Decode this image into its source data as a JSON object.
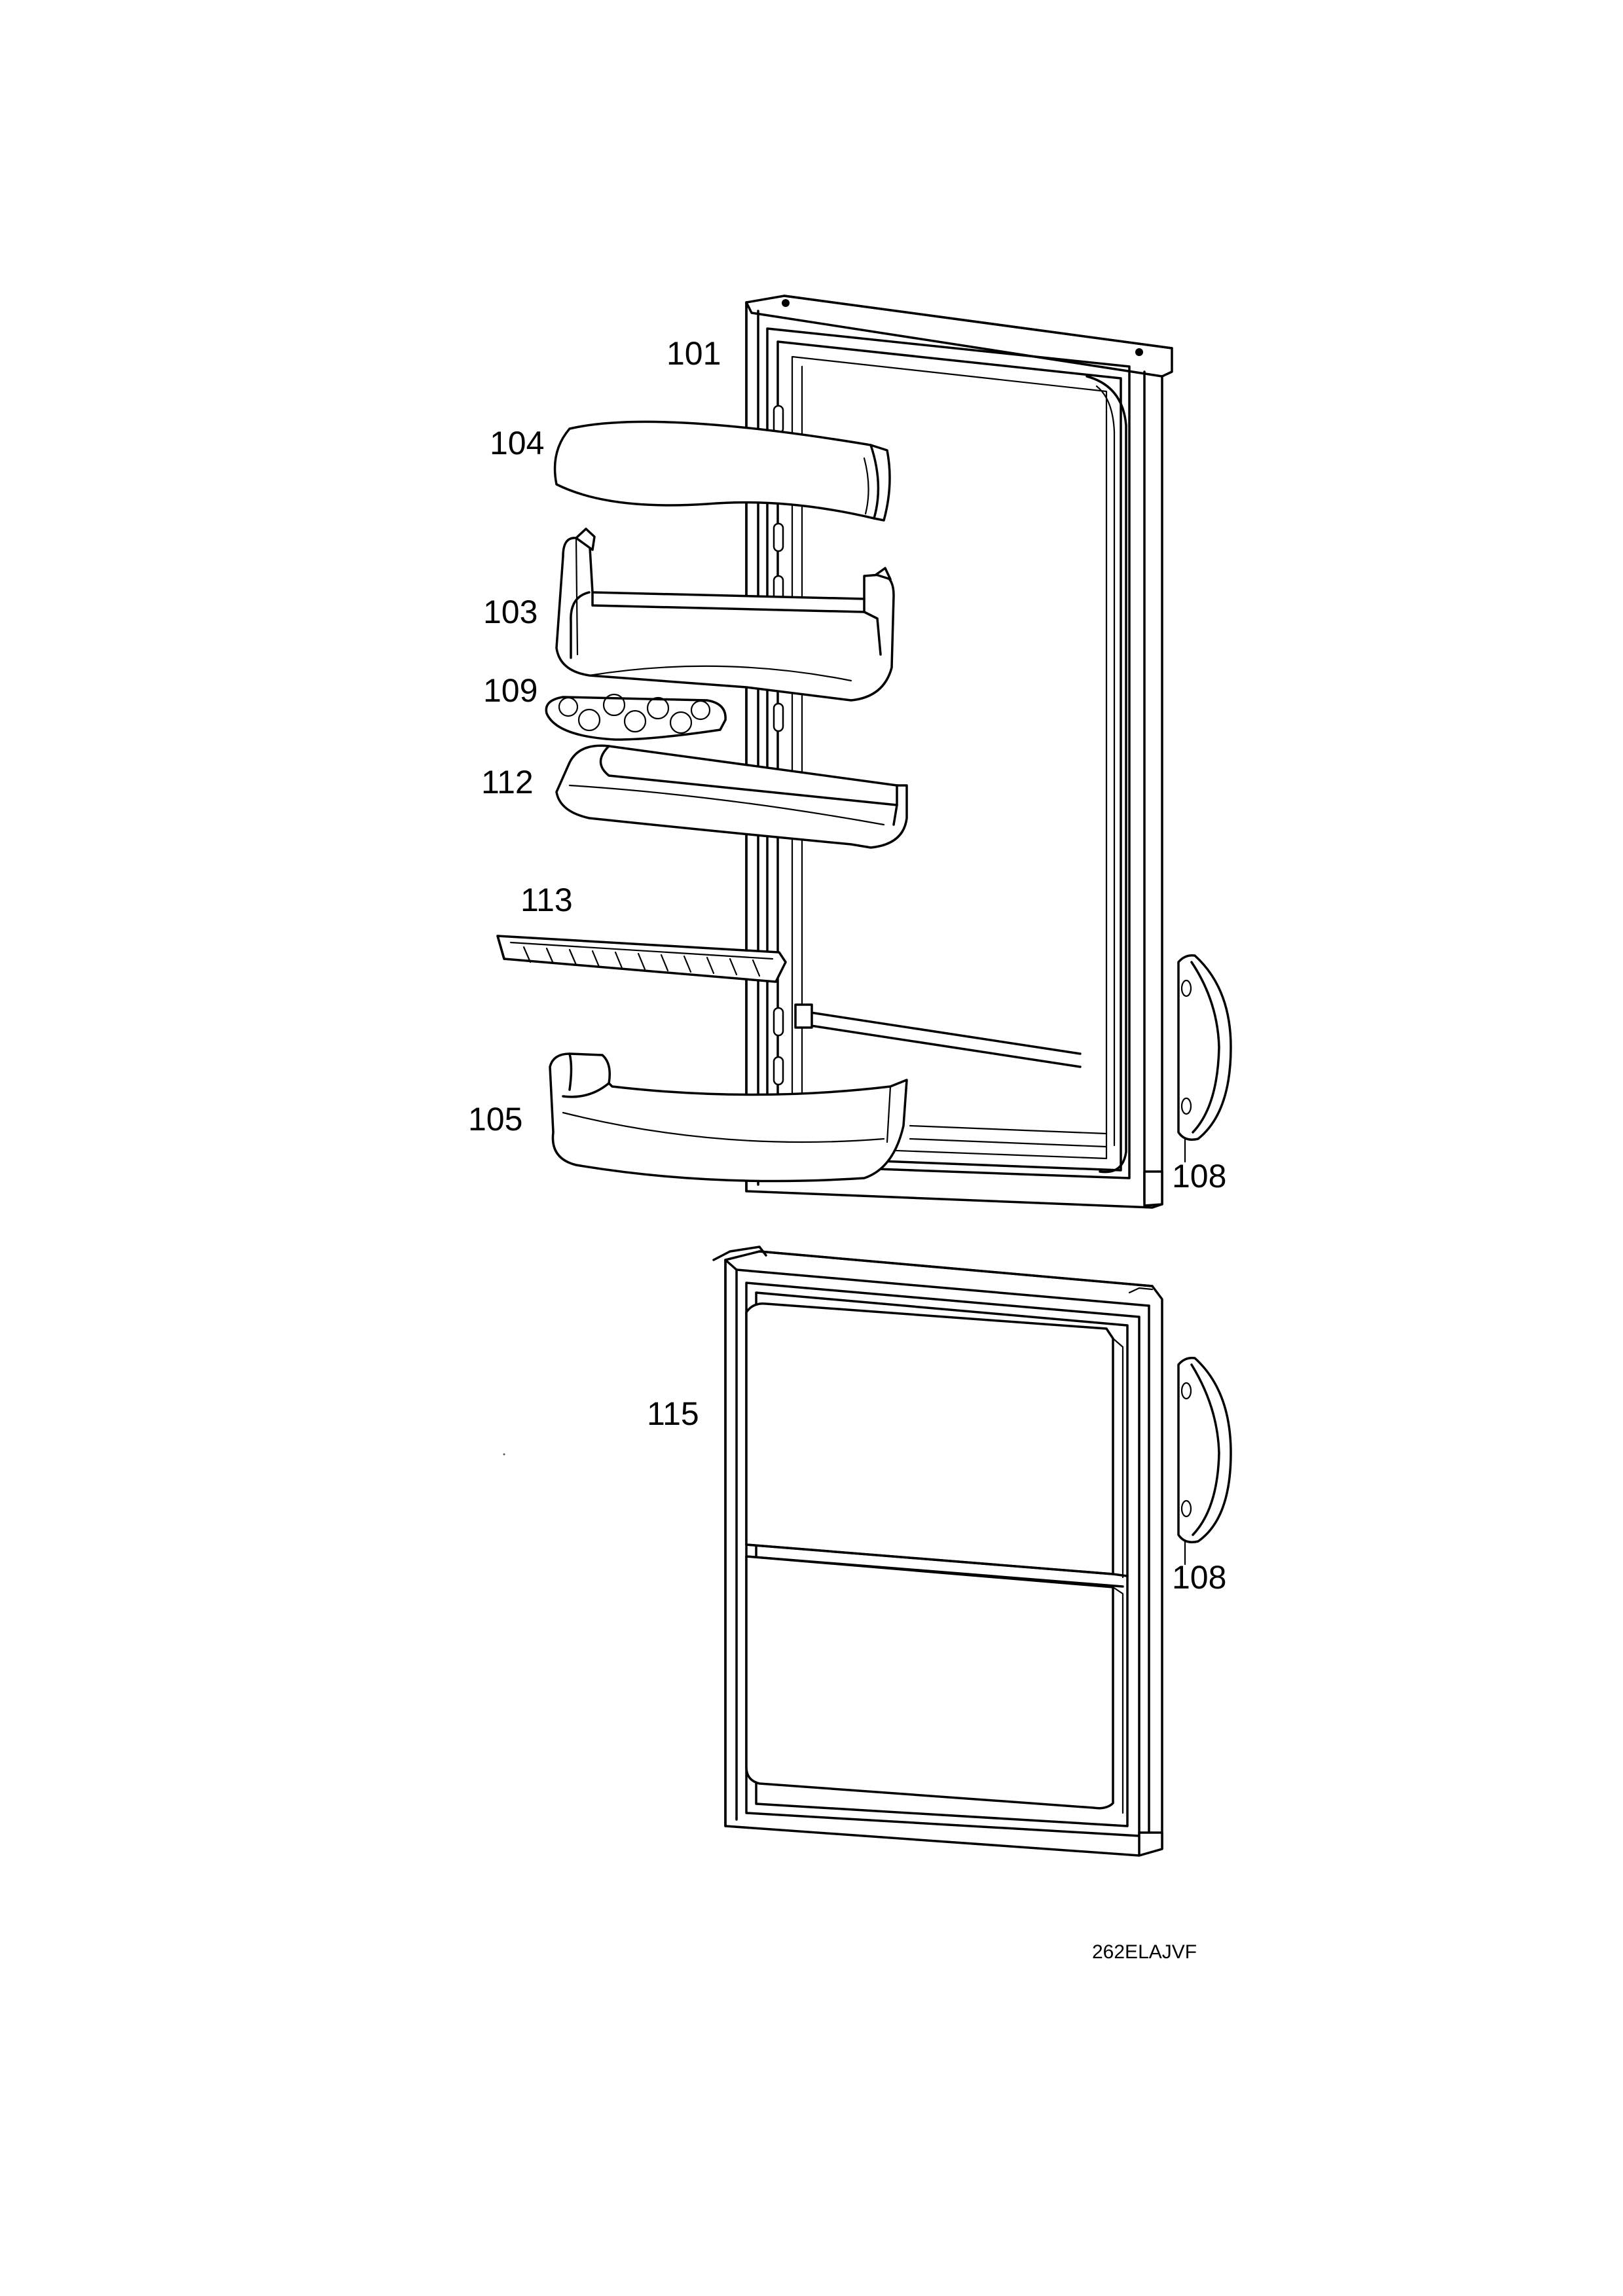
{
  "parts": [
    {
      "ref": "101",
      "label": "101"
    },
    {
      "ref": "104",
      "label": "104"
    },
    {
      "ref": "103",
      "label": "103"
    },
    {
      "ref": "109",
      "label": "109"
    },
    {
      "ref": "112",
      "label": "112"
    },
    {
      "ref": "113",
      "label": "113"
    },
    {
      "ref": "105",
      "label": "105"
    },
    {
      "ref": "108a",
      "label": "108"
    },
    {
      "ref": "108b",
      "label": "108"
    },
    {
      "ref": "115",
      "label": "115"
    }
  ],
  "drawing_code": "262ELAJVF"
}
